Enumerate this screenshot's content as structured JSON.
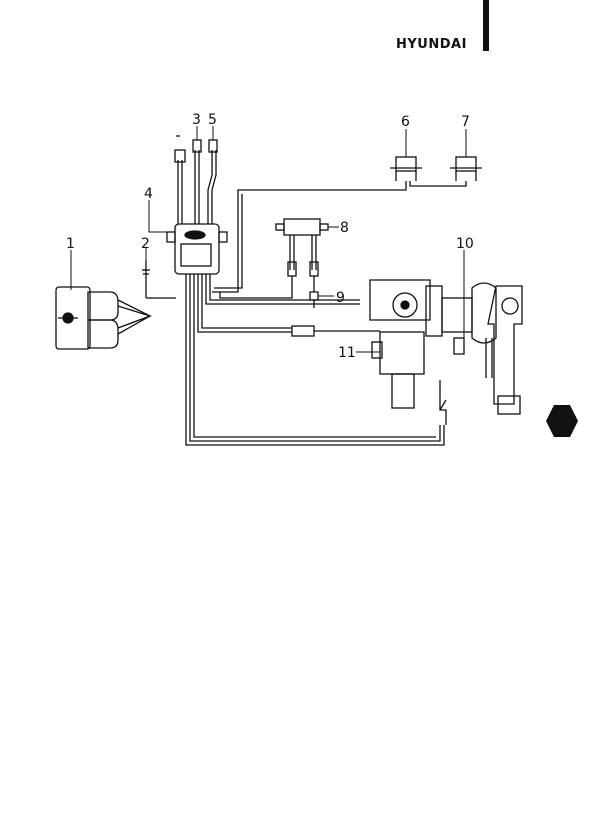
{
  "header": {
    "brand": "HYUNDAI"
  },
  "diagram": {
    "callouts": [
      {
        "id": "1",
        "label": "1"
      },
      {
        "id": "2",
        "label": "2"
      },
      {
        "id": "3",
        "label": "3"
      },
      {
        "id": "4",
        "label": "4"
      },
      {
        "id": "5",
        "label": "5"
      },
      {
        "id": "6",
        "label": "6"
      },
      {
        "id": "7",
        "label": "7"
      },
      {
        "id": "8",
        "label": "8"
      },
      {
        "id": "9",
        "label": "9"
      },
      {
        "id": "10",
        "label": "10"
      },
      {
        "id": "11",
        "label": "11"
      }
    ]
  },
  "icons": {
    "page_marker": "black-hexagon-icon"
  }
}
